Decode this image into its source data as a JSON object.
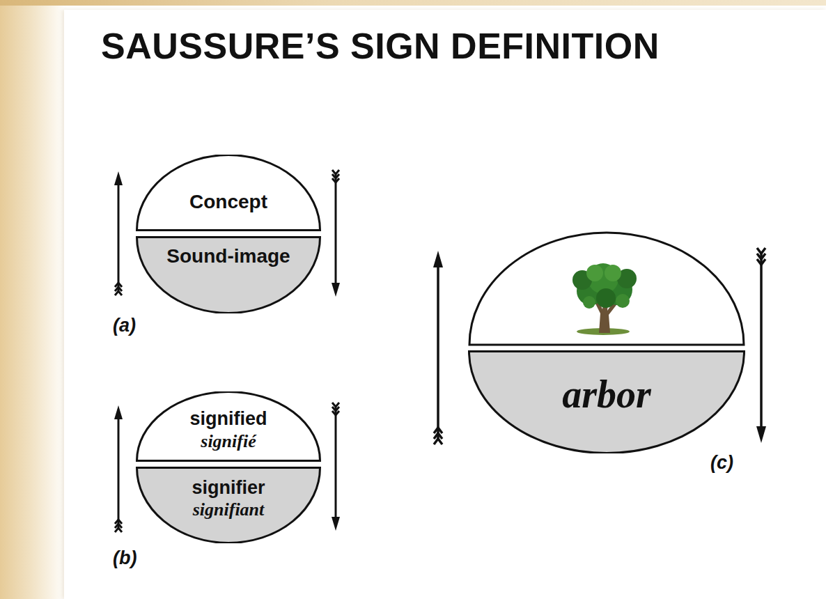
{
  "diagram": {
    "title": "SAUSSURE’S SIGN DEFINITION",
    "nodes": [
      {
        "text": [
          "(a)"
        ]
      },
      {
        "text": [
          "Concept"
        ],
        "in": 0
      },
      {
        "text": [
          "Sound-image"
        ],
        "in": 0
      },
      {
        "text": [
          "(b)"
        ]
      },
      {
        "text": [
          "signified",
          "signifié"
        ],
        "in": 3
      },
      {
        "text": [
          "signifier",
          "signifiant"
        ],
        "in": 3
      },
      {
        "text": [
          "(c)"
        ]
      },
      {
        "text": [
          "arbor"
        ],
        "in": 6
      }
    ]
  }
}
